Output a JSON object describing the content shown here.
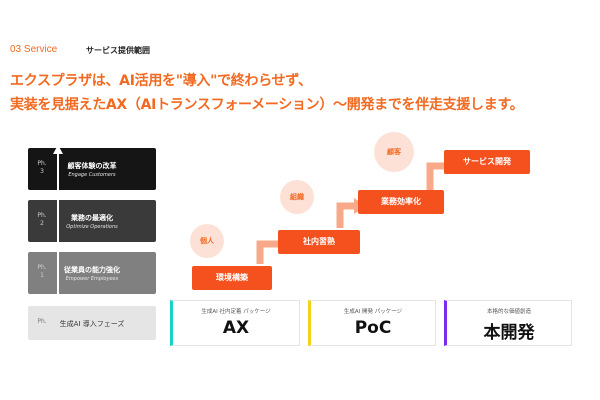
{
  "header": {
    "section_number": "03 Service",
    "section_title": "サービス提供範囲"
  },
  "headline": {
    "line1": "エクスプラザは、AI活用を\"導入\"で終わらせず、",
    "line2": "実装を見据えたAX（AIトランスフォーメーション）〜開発までを伴走支援します。"
  },
  "phases": [
    {
      "ph": "Ph.\n3",
      "jp": "顧客体験の改革",
      "en": "Engage Customers"
    },
    {
      "ph": "Ph.\n2",
      "jp": "業務の最適化",
      "en": "Optimize Operations"
    },
    {
      "ph": "Ph.\n1",
      "jp": "従業員の能力強化",
      "en": "Empower Employees"
    },
    {
      "ph": "Ph.",
      "jp": "生成AI 導入フェーズ",
      "en": ""
    }
  ],
  "steps": [
    "環境構築",
    "社内習熟",
    "業務効率化",
    "サービス開発"
  ],
  "circles": [
    "個人",
    "組織",
    "顧客"
  ],
  "cards": [
    {
      "small": "生成AI 社内定着 パッケージ",
      "big": "AX"
    },
    {
      "small": "生成AI 開発 パッケージ",
      "big": "PoC"
    },
    {
      "small": "本格的な価値創造",
      "big": "本開発"
    }
  ],
  "colors": {
    "accent": "#f26a21",
    "step": "#f4511e",
    "card_ax": "#19d3c5",
    "card_poc": "#f2d21b",
    "card_dev": "#7b2cf2"
  }
}
